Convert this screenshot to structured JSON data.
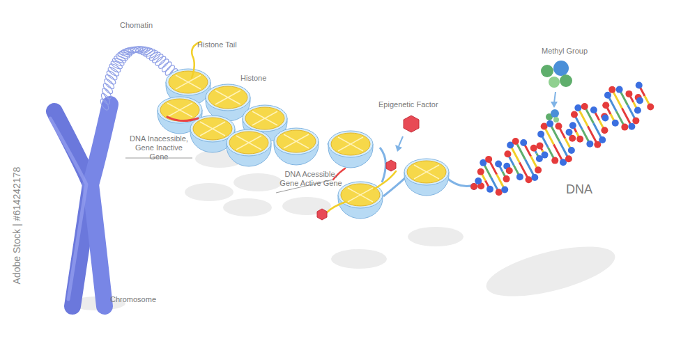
{
  "diagram": {
    "labels": [
      "Chomatin",
      "Histone Tail",
      "Histone",
      "DNA Inacessible, Gene Inactive Gene",
      "Epigenetic Factor",
      "DNA Acessible, Gene Active Gene",
      "Methyl Group",
      "DNA",
      "Chromosome",
      "Adobe Stock | #614242178"
    ]
  }
}
